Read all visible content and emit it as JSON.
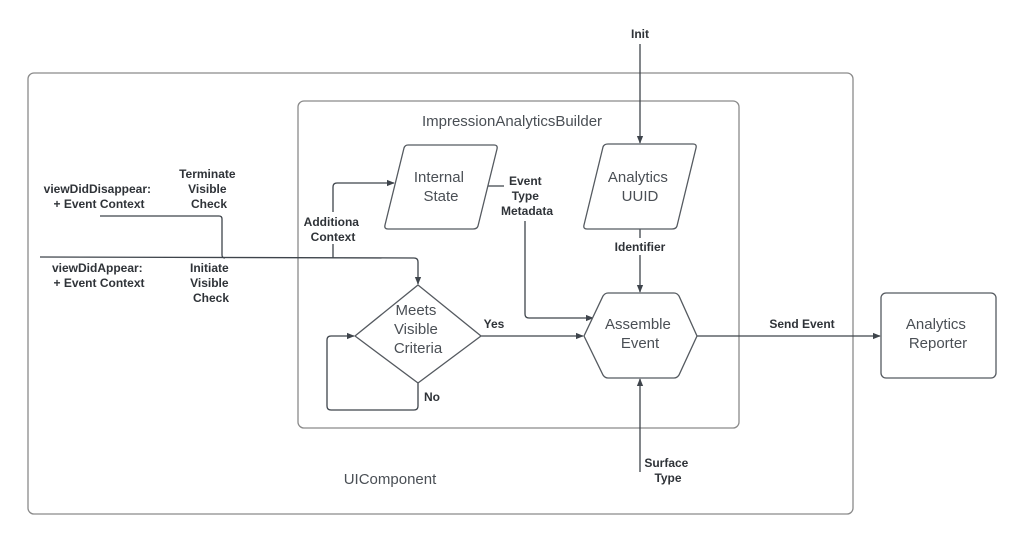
{
  "containers": {
    "outer": {
      "label": "UIComponent"
    },
    "inner": {
      "label": "ImpressionAnalyticsBuilder"
    }
  },
  "nodes": {
    "internal_state": {
      "shape": "parallelogram",
      "lines": [
        "Internal",
        "State"
      ]
    },
    "analytics_uuid": {
      "shape": "parallelogram",
      "lines": [
        "Analytics",
        "UUID"
      ]
    },
    "meets_visible_criteria": {
      "shape": "diamond",
      "lines": [
        "Meets",
        "Visible",
        "Criteria"
      ]
    },
    "assemble_event": {
      "shape": "hexagon",
      "lines": [
        "Assemble",
        "Event"
      ]
    },
    "analytics_reporter": {
      "shape": "rounded-rect",
      "lines": [
        "Analytics",
        "Reporter"
      ]
    }
  },
  "inputs": {
    "view_did_disappear": {
      "lines": [
        "viewDidDisappear:",
        "+ Event Context"
      ]
    },
    "view_did_appear": {
      "lines": [
        "viewDidAppear:",
        "+ Event Context"
      ]
    }
  },
  "edge_labels": {
    "terminate": {
      "lines": [
        "Terminate",
        "Visible",
        "Check"
      ]
    },
    "initiate": {
      "lines": [
        "Initiate",
        "Visible",
        "Check"
      ]
    },
    "additional_context": {
      "lines": [
        "Additiona",
        "Context"
      ]
    },
    "event_type_metadata": {
      "lines": [
        "Event",
        "Type",
        "Metadata"
      ]
    },
    "init": {
      "lines": [
        "Init"
      ]
    },
    "identifier": {
      "lines": [
        "Identifier"
      ]
    },
    "yes": {
      "lines": [
        "Yes"
      ]
    },
    "no": {
      "lines": [
        "No"
      ]
    },
    "send_event": {
      "lines": [
        "Send Event"
      ]
    },
    "surface_type": {
      "lines": [
        "Surface",
        "Type"
      ]
    }
  },
  "edges": [
    {
      "from": "view_did_disappear",
      "to": "meets_visible_criteria",
      "label": "terminate"
    },
    {
      "from": "view_did_appear",
      "to": "meets_visible_criteria",
      "label": "initiate"
    },
    {
      "from": "view_did_appear",
      "to": "internal_state",
      "label": "additional_context"
    },
    {
      "from": "internal_state",
      "to": "assemble_event",
      "label": "event_type_metadata"
    },
    {
      "from": "external",
      "to": "analytics_uuid",
      "label": "init"
    },
    {
      "from": "analytics_uuid",
      "to": "assemble_event",
      "label": "identifier"
    },
    {
      "from": "meets_visible_criteria",
      "to": "assemble_event",
      "label": "yes"
    },
    {
      "from": "meets_visible_criteria",
      "to": "meets_visible_criteria",
      "label": "no"
    },
    {
      "from": "assemble_event",
      "to": "analytics_reporter",
      "label": "send_event"
    },
    {
      "from": "external",
      "to": "assemble_event",
      "label": "surface_type"
    }
  ]
}
